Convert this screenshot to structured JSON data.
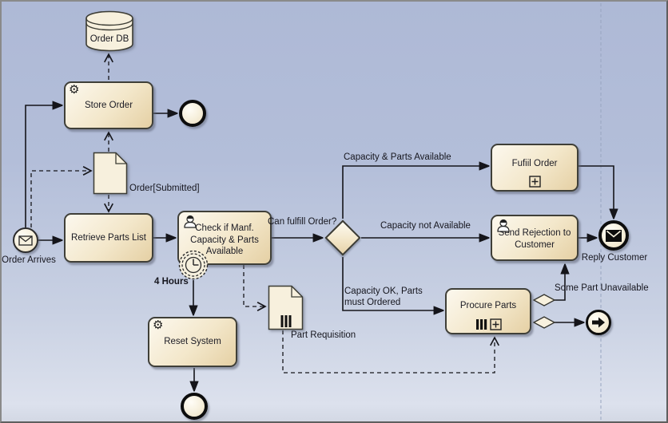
{
  "diagram": {
    "nodes": {
      "order_db": {
        "label": "Order DB",
        "type": "data-store"
      },
      "store_order": {
        "label": "Store Order",
        "type": "service-task"
      },
      "order_submitted": {
        "label": "Order[Submitted]",
        "type": "data-object"
      },
      "order_arrives": {
        "label": "Order Arrives",
        "type": "message-start-event"
      },
      "retrieve_parts_list": {
        "label": "Retrieve Parts List",
        "type": "task"
      },
      "check_capacity": {
        "label": "Check if Manf. Capacity & Parts Available",
        "type": "user-task"
      },
      "timer_boundary": {
        "label": "4 Hours",
        "type": "timer-boundary-event"
      },
      "gateway": {
        "label": "Can fulfill Order?",
        "type": "exclusive-gateway"
      },
      "fulfill_order": {
        "label": "Fufiil Order",
        "type": "collapsed-subprocess"
      },
      "send_rejection": {
        "label": "Send Rejection to Customer",
        "type": "user-task"
      },
      "reply_customer": {
        "label": "Reply Customer",
        "type": "message-end-event"
      },
      "procure_parts": {
        "label": "Procure Parts",
        "type": "multi-instance-subprocess"
      },
      "part_requisition": {
        "label": "Part Requisition",
        "type": "data-object-collection"
      },
      "reset_system": {
        "label": "Reset System",
        "type": "service-task"
      }
    },
    "edge_labels": {
      "capacity_parts_available": "Capacity & Parts Available",
      "capacity_not_available": "Capacity not Available",
      "capacity_ok": "Capacity OK, Parts must Ordered",
      "some_part_unavailable": "Some Part Unavailable"
    },
    "icons": {
      "service_task": "gear-icon",
      "user_task": "user-icon",
      "timer": "clock-icon",
      "message_start": "envelope-icon",
      "message_end": "filled-envelope-icon",
      "subprocess_marker": "plus-box-icon",
      "multi_instance_marker": "parallel-bars-icon",
      "link_event": "arrow-icon"
    },
    "colors": {
      "background_top": "#aeb9d6",
      "background_bottom": "#dce1ed",
      "node_fill_light": "#fcf8ee",
      "node_fill_dark": "#e5d0a4",
      "node_border": "#3f3f38",
      "flow_line": "#15151a",
      "page_break_line": "#98a5c0",
      "text": "#16161e"
    }
  }
}
